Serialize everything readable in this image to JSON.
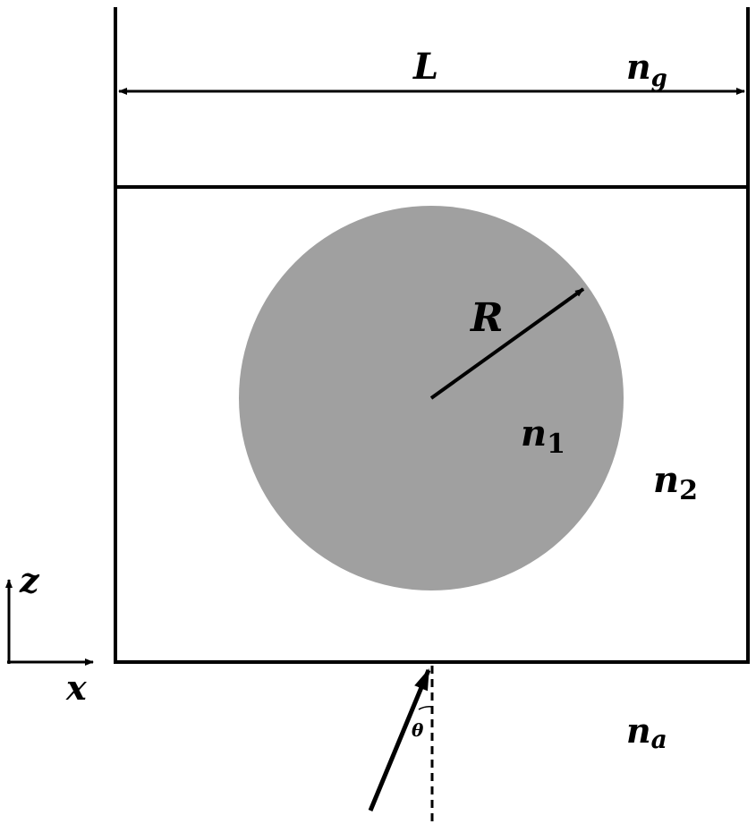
{
  "labels": {
    "period": "L",
    "radius": "R",
    "angle": "θ",
    "axis_z": "z",
    "axis_x": "x",
    "index_n": "n",
    "sub_g": "g",
    "sub_1": "1",
    "sub_2": "2",
    "sub_a": "a"
  },
  "colors": {
    "sphere": "#a0a0a0",
    "stroke": "#000000",
    "background": "#ffffff"
  }
}
